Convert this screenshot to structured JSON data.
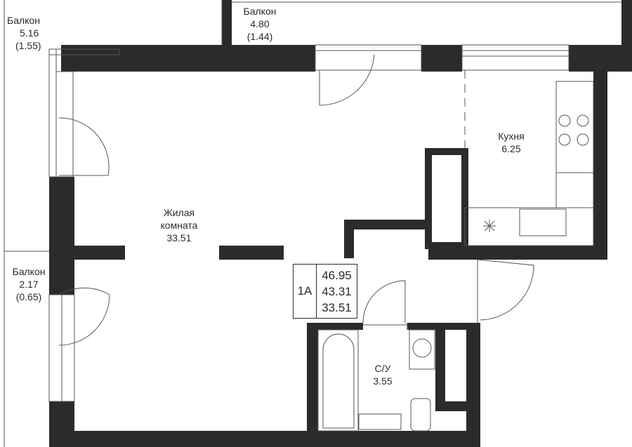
{
  "rooms": {
    "balcony_top_left": {
      "name": "Балкон",
      "area": "5.16",
      "area_alt": "(1.55)"
    },
    "balcony_top": {
      "name": "Балкон",
      "area": "4.80",
      "area_alt": "(1.44)"
    },
    "balcony_left": {
      "name": "Балкон",
      "area": "2.17",
      "area_alt": "(0.65)"
    },
    "kitchen": {
      "name": "Кухня",
      "area": "6.25"
    },
    "living_room": {
      "name_line1": "Жилая",
      "name_line2": "комната",
      "area": "33.51"
    },
    "bathroom": {
      "name": "С/У",
      "area": "3.55"
    }
  },
  "unit": {
    "code": "1А",
    "total_area": "46.95",
    "area_without_balconies": "43.31",
    "living_area": "33.51"
  },
  "colors": {
    "wall": "#2b2b2b",
    "line": "#555555",
    "background": "#ffffff"
  }
}
